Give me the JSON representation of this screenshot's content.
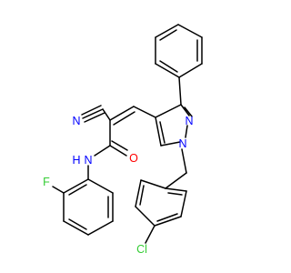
{
  "molecule": {
    "atoms": {
      "N_nitrile": {
        "text": "N",
        "color": "#0000ff"
      },
      "N_amide": {
        "text": "N",
        "color": "#0000ff"
      },
      "H_amide": {
        "text": "H",
        "color": "#0000ff"
      },
      "O_carbonyl": {
        "text": "O",
        "color": "#ff0000"
      },
      "N_pyrazole_2": {
        "text": "N",
        "color": "#0000ff"
      },
      "N_pyrazole_1": {
        "text": "N",
        "color": "#0000ff"
      },
      "F": {
        "text": "F",
        "color": "#33cc33"
      },
      "Cl": {
        "text": "Cl",
        "color": "#33cc33"
      }
    },
    "bond_color": "#000000",
    "background": "#ffffff"
  }
}
